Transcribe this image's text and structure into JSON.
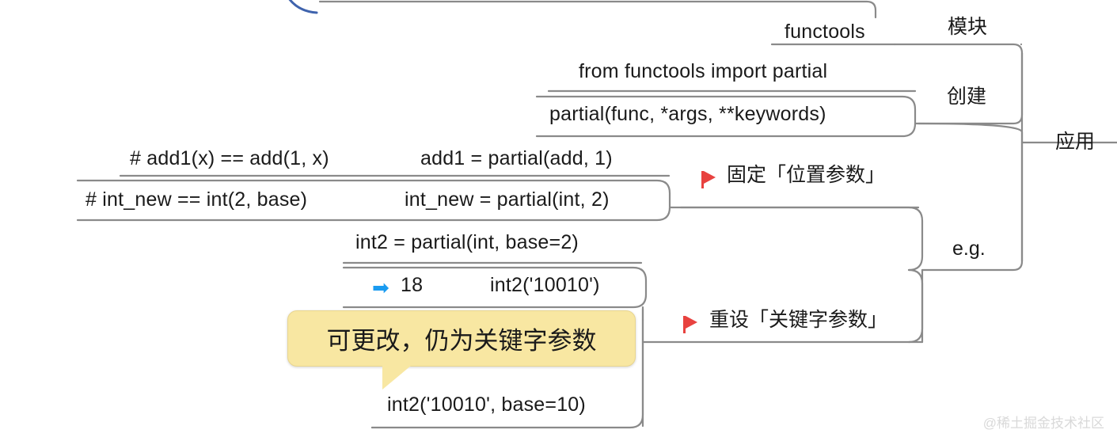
{
  "diagram": {
    "type": "mindmap",
    "topic": "functools.partial",
    "watermark": "@稀土掘金技术社区",
    "root": {
      "label": "应用",
      "children": [
        {
          "label": "模块",
          "leaf_text": "functools"
        },
        {
          "label": "创建",
          "leaves": [
            "from functools import partial",
            "partial(func, *args, **keywords)"
          ]
        },
        {
          "label": "e.g.",
          "children": [
            {
              "label": "固定「位置参数」",
              "flag": "red-flag",
              "rows": [
                {
                  "comment": "# add1(x) == add(1, x)",
                  "code": "add1 = partial(add, 1)"
                },
                {
                  "comment": "# int_new == int(2, base)",
                  "code": "int_new = partial(int, 2)"
                }
              ]
            },
            {
              "label": "重设「关键字参数」",
              "flag": "red-flag",
              "rows": [
                {
                  "code": "int2 = partial(int, base=2)"
                },
                {
                  "result": "18",
                  "code": "int2('10010')",
                  "arrow": "right-arrow-icon"
                },
                {
                  "code": "int2('10010', base=10)"
                }
              ],
              "callout": "可更改，仍为关键字参数"
            }
          ]
        }
      ]
    }
  },
  "nodes": {
    "functools": "functools",
    "import_stmt": "from functools import partial",
    "signature": "partial(func, *args, **keywords)",
    "comment_add1": "# add1(x) == add(1, x)",
    "code_add1": "add1 = partial(add, 1)",
    "comment_intnew": "# int_new == int(2, base)",
    "code_intnew": "int_new = partial(int, 2)",
    "code_int2": "int2 = partial(int, base=2)",
    "result_18": "18",
    "arrow_glyph": "➡",
    "code_int2call": "int2('10010')",
    "code_int2base10": "int2('10010', base=10)",
    "callout_text": "可更改，仍为关键字参数"
  },
  "branch_labels": {
    "module": "模块",
    "create": "创建",
    "eg": "e.g.",
    "apply": "应用",
    "fixed_positional": "固定「位置参数」",
    "reset_keyword": "重设「关键字参数」"
  },
  "colors": {
    "line": "#8a8a8a",
    "text": "#1a1a1a",
    "flag_red": "#e8423f",
    "arrow_blue": "#1a9bf0",
    "callout_fill": "#f8e7a2",
    "callout_border": "#e8d590",
    "accent_blue_arc": "#3f63ad",
    "watermark": "#d9d9d9",
    "background": "#ffffff"
  },
  "watermark": {
    "text": "@稀土掘金技术社区"
  }
}
